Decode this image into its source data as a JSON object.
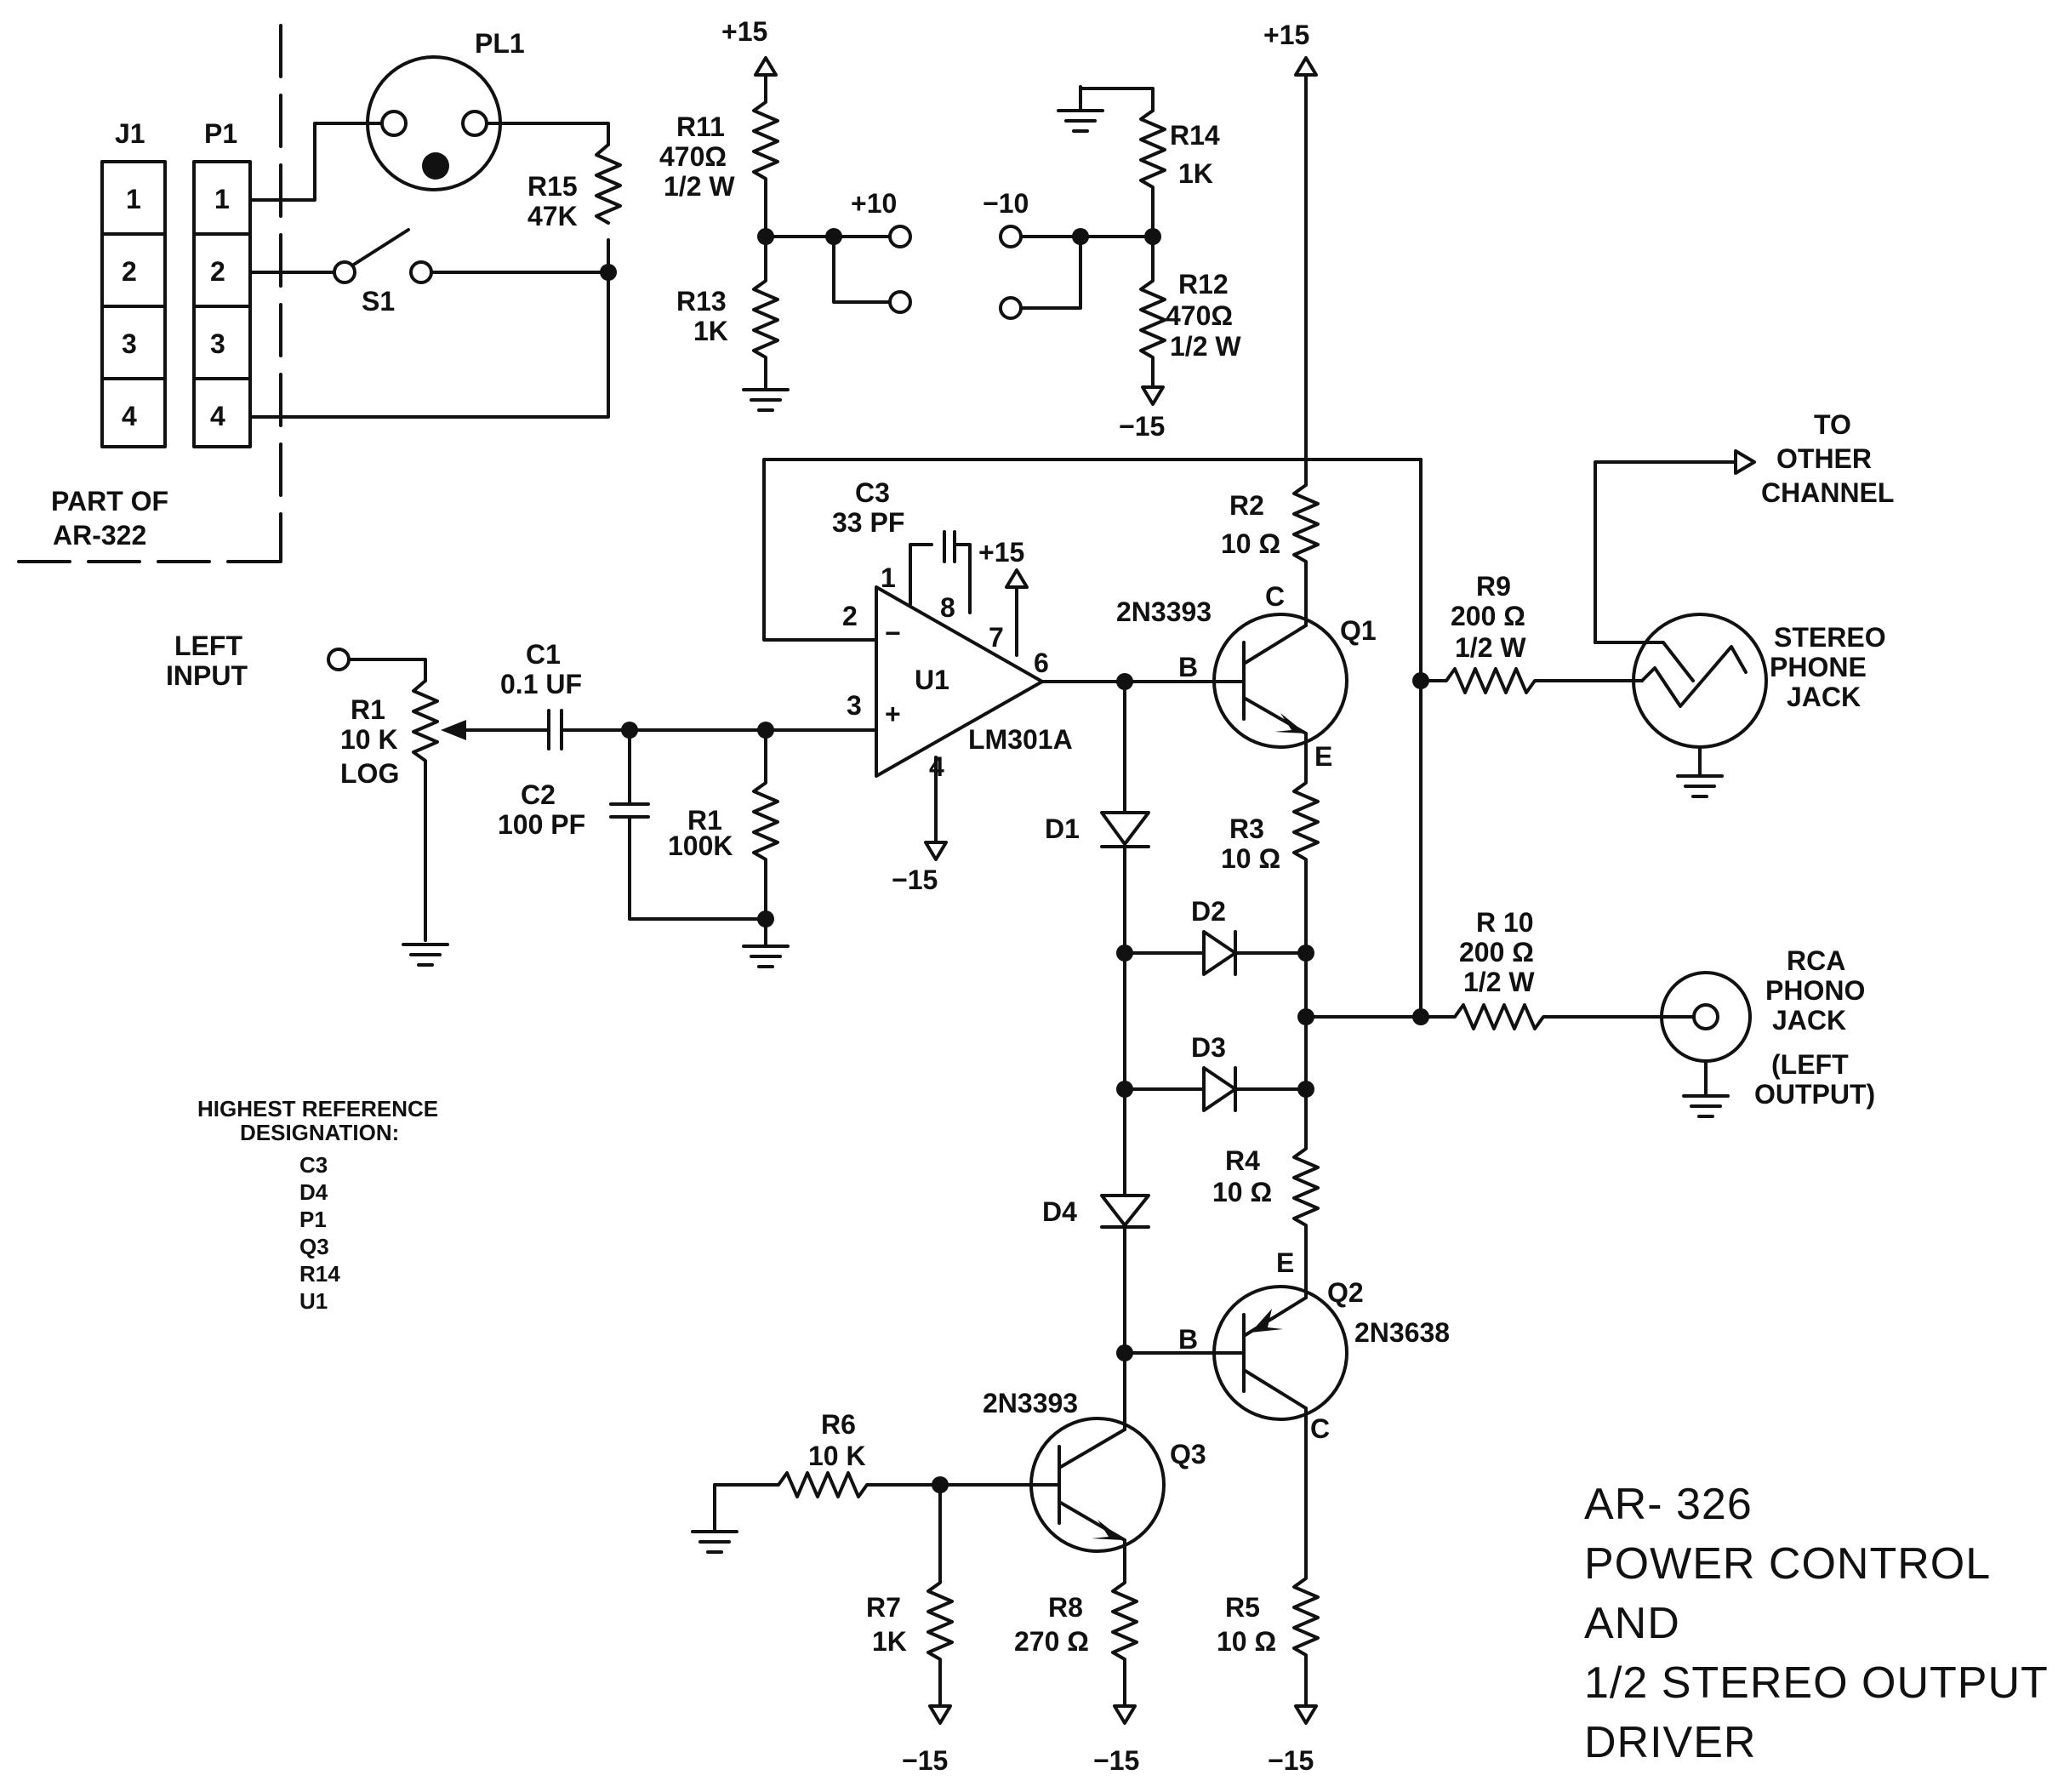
{
  "title": {
    "lines": [
      "AR- 326",
      "POWER CONTROL",
      "AND",
      "1/2 STEREO OUTPUT",
      "DRIVER"
    ]
  },
  "connectors": {
    "j1": {
      "name": "J1",
      "pins": [
        "1",
        "2",
        "3",
        "4"
      ]
    },
    "p1": {
      "name": "P1",
      "pins": [
        "1",
        "2",
        "3",
        "4"
      ]
    },
    "pl1": "PL1",
    "part_of": [
      "PART OF",
      "AR-322"
    ]
  },
  "components": {
    "r15": [
      "R15",
      "47K"
    ],
    "s1": "S1",
    "r11": [
      "R11",
      "470Ω",
      "1/2 W"
    ],
    "r13": [
      "R13",
      "1K"
    ],
    "r14": [
      "R14",
      "1K"
    ],
    "r12": [
      "R12",
      "470Ω",
      "1/2 W"
    ],
    "c3": [
      "C3",
      "33 PF"
    ],
    "c1": [
      "C1",
      "0.1 UF"
    ],
    "c2": [
      "C2",
      "100 PF"
    ],
    "r1_pot": [
      "R1",
      "10 K",
      "LOG"
    ],
    "r1_fixed": [
      "R1",
      "100K"
    ],
    "u1": [
      "U1",
      "LM301A"
    ],
    "r2": [
      "R2",
      "10 Ω"
    ],
    "r3": [
      "R3",
      "10 Ω"
    ],
    "r4": [
      "R4",
      "10 Ω"
    ],
    "r5": [
      "R5",
      "10 Ω"
    ],
    "r6": [
      "R6",
      "10 K"
    ],
    "r7": [
      "R7",
      "1K"
    ],
    "r8": [
      "R8",
      "270 Ω"
    ],
    "r9": [
      "R9",
      "200 Ω",
      "1/2 W"
    ],
    "r10": [
      "R 10",
      "200 Ω",
      "1/2 W"
    ],
    "d1": "D1",
    "d2": "D2",
    "d3": "D3",
    "d4": "D4",
    "q1": [
      "Q1",
      "2N3393"
    ],
    "q2": [
      "Q2",
      "2N3638"
    ],
    "q3": [
      "Q3",
      "2N3393"
    ]
  },
  "pin_labels": {
    "u1": [
      "1",
      "2",
      "3",
      "4",
      "6",
      "7",
      "8"
    ],
    "transistor": [
      "B",
      "C",
      "E"
    ],
    "polarity": [
      "−",
      "+"
    ]
  },
  "rails": {
    "p15": "+15",
    "m15": "−15",
    "p10": "+10",
    "m10": "−10"
  },
  "io": {
    "left_input": [
      "LEFT",
      "INPUT"
    ],
    "to_other_channel": [
      "TO",
      "OTHER",
      "CHANNEL"
    ],
    "stereo_phone_jack": [
      "STEREO",
      "PHONE",
      "JACK"
    ],
    "rca_jack": [
      "RCA",
      "PHONO",
      "JACK",
      "(LEFT",
      "OUTPUT)"
    ]
  },
  "reference": {
    "heading": [
      "HIGHEST REFERENCE",
      "DESIGNATION:"
    ],
    "items": [
      "C3",
      "D4",
      "P1",
      "Q3",
      "R14",
      "U1"
    ]
  }
}
